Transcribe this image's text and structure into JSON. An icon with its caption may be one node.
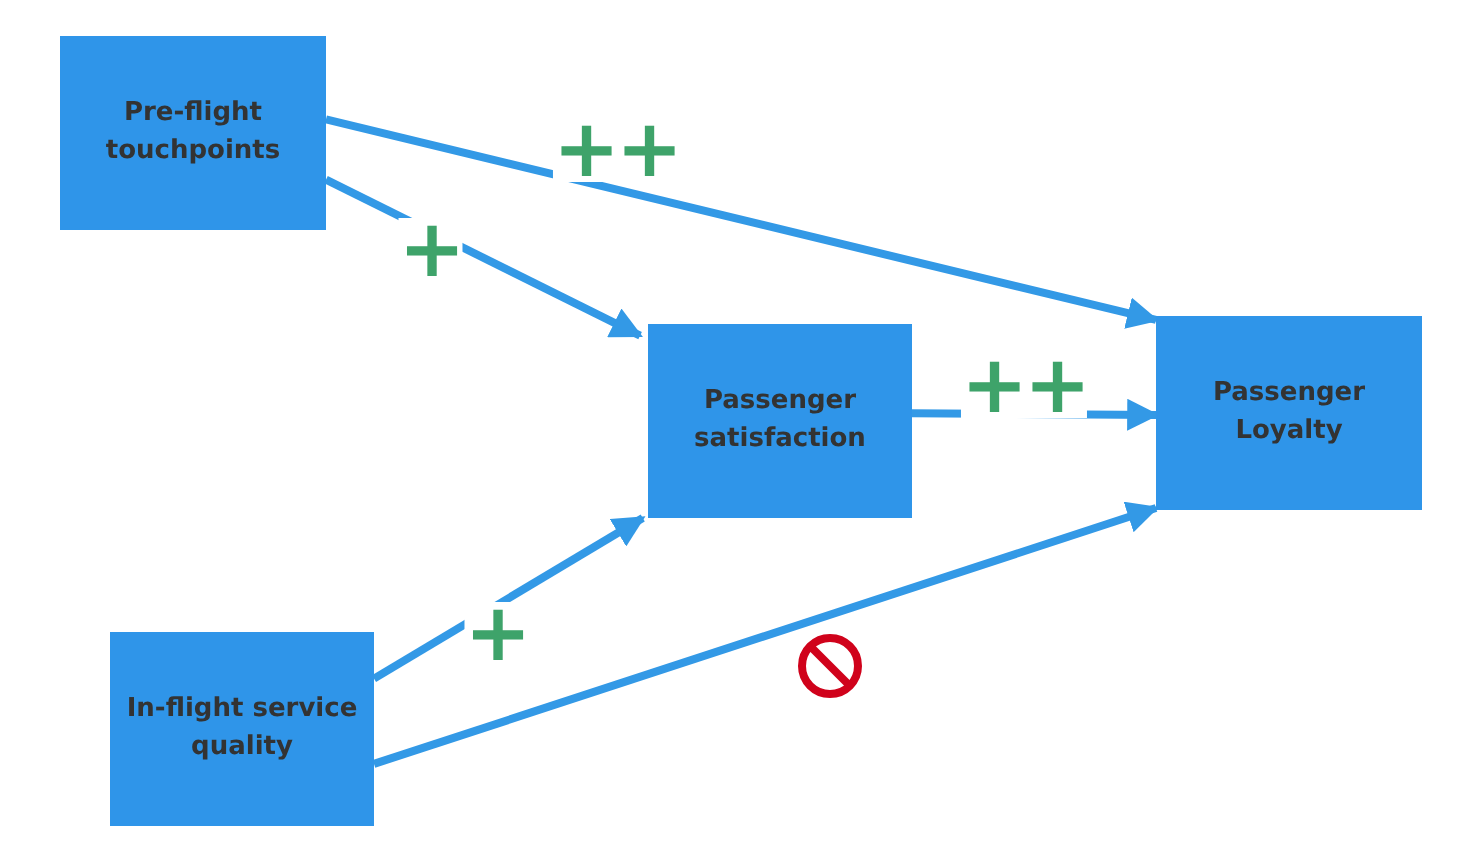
{
  "diagram": {
    "nodes": [
      {
        "text": [
          "Pre-flight touchpoints"
        ]
      },
      {
        "text": [
          "Passenger satisfaction"
        ]
      },
      {
        "text": [
          "Passenger Loyalty"
        ]
      },
      {
        "text": [
          "In-flight service quality"
        ]
      }
    ],
    "edges": [
      {
        "from": 0,
        "to": 2,
        "arrow": "to",
        "label": "++"
      },
      {
        "from": 0,
        "to": 1,
        "arrow": "to",
        "label": "+"
      },
      {
        "from": 1,
        "to": 2,
        "arrow": "to",
        "label": "++"
      },
      {
        "from": 3,
        "to": 1,
        "arrow": "to",
        "label": "+"
      },
      {
        "from": 3,
        "to": 2,
        "arrow": "to"
      }
    ]
  }
}
